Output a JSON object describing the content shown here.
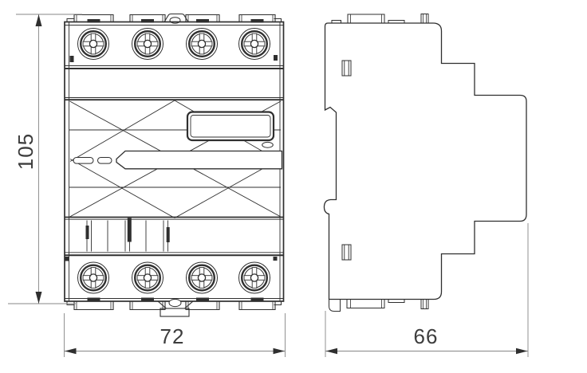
{
  "drawing": {
    "background_color": "#ffffff",
    "line_color": "#2f2f2f",
    "dimension_line_color": "#878787",
    "dimension_text_color": "#3d3d3d",
    "dimensions": {
      "height": "105",
      "width": "72",
      "depth": "66"
    }
  }
}
